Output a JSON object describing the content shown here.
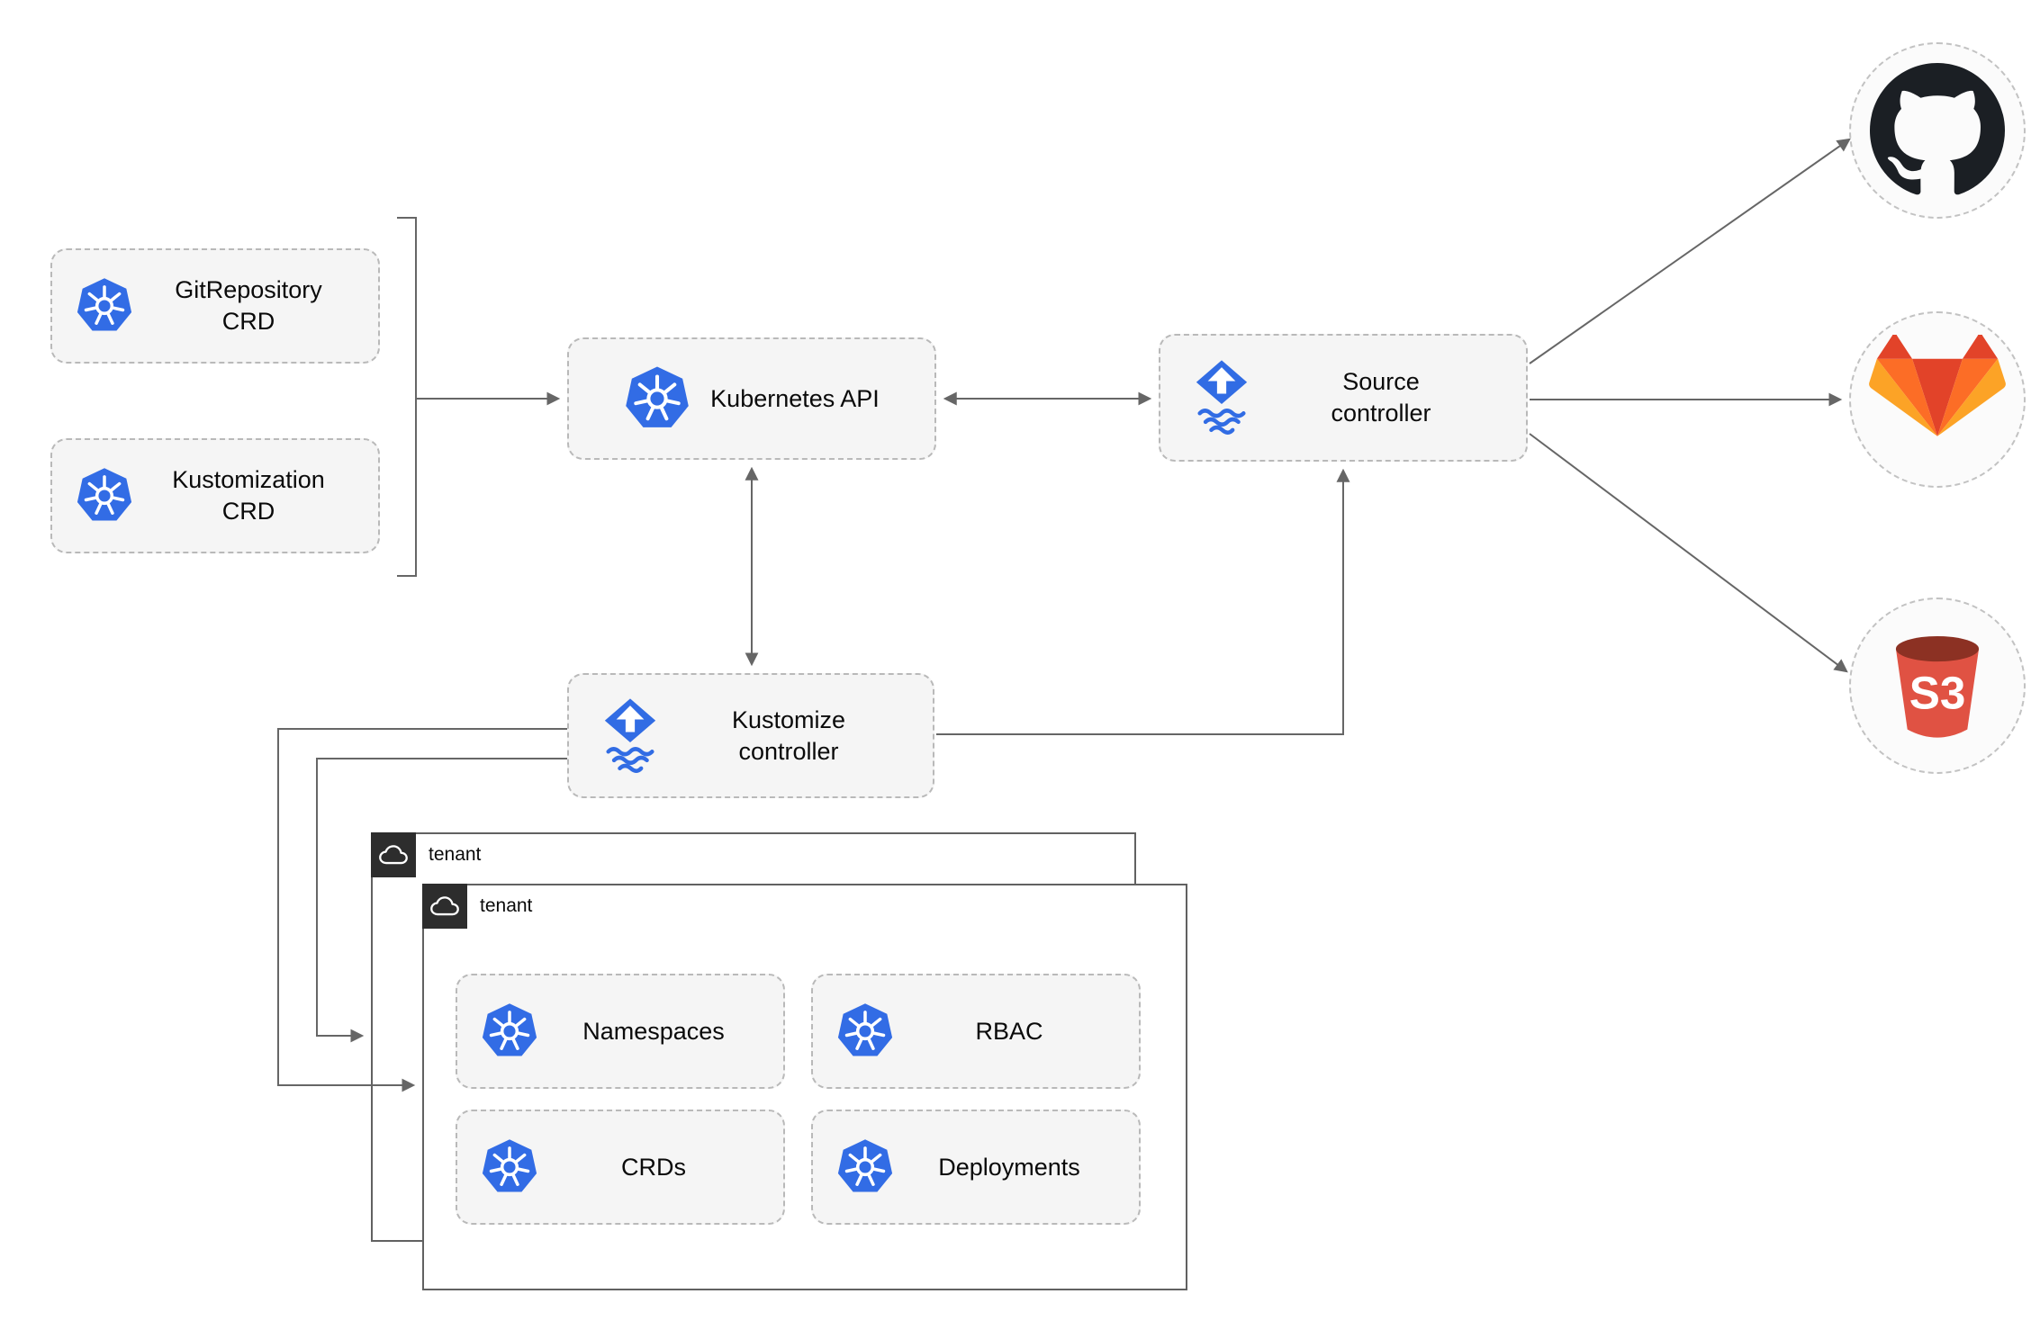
{
  "nodes": {
    "gitrepository_crd": {
      "label": "GitRepository\nCRD",
      "icon": "kubernetes-icon"
    },
    "kustomization_crd": {
      "label": "Kustomization\nCRD",
      "icon": "kubernetes-icon"
    },
    "kubernetes_api": {
      "label": "Kubernetes API",
      "icon": "kubernetes-icon"
    },
    "source_controller": {
      "label": "Source\ncontroller",
      "icon": "flux-icon"
    },
    "kustomize_controller": {
      "label": "Kustomize\ncontroller",
      "icon": "flux-icon"
    },
    "namespaces": {
      "label": "Namespaces",
      "icon": "kubernetes-icon"
    },
    "rbac": {
      "label": "RBAC",
      "icon": "kubernetes-icon"
    },
    "crds": {
      "label": "CRDs",
      "icon": "kubernetes-icon"
    },
    "deployments": {
      "label": "Deployments",
      "icon": "kubernetes-icon"
    }
  },
  "groups": {
    "tenant_back": {
      "label": "tenant",
      "icon": "cloud-icon"
    },
    "tenant_front": {
      "label": "tenant",
      "icon": "cloud-icon"
    }
  },
  "endpoints": {
    "github": {
      "icon": "github-icon"
    },
    "gitlab": {
      "icon": "gitlab-icon"
    },
    "s3": {
      "icon": "s3-bucket-icon",
      "label": "S3"
    }
  },
  "connections": [
    {
      "from": "gitrepository_crd,kustomization_crd",
      "to": "kubernetes_api",
      "style": "arrow"
    },
    {
      "from": "kubernetes_api",
      "to": "source_controller",
      "style": "double-arrow"
    },
    {
      "from": "kubernetes_api",
      "to": "kustomize_controller",
      "style": "double-arrow"
    },
    {
      "from": "kustomize_controller",
      "to": "source_controller",
      "style": "arrow"
    },
    {
      "from": "source_controller",
      "to": "github",
      "style": "arrow"
    },
    {
      "from": "source_controller",
      "to": "gitlab",
      "style": "arrow"
    },
    {
      "from": "source_controller",
      "to": "s3",
      "style": "arrow"
    },
    {
      "from": "kustomize_controller",
      "to": "tenant_front",
      "style": "arrow"
    },
    {
      "from": "kustomize_controller",
      "to": "tenant_back",
      "style": "arrow"
    }
  ],
  "colors": {
    "kubernetes_blue": "#326ce5",
    "flux_blue": "#316ce4",
    "github_dark": "#1b1f24",
    "gitlab_red": "#e24329",
    "gitlab_orange": "#fc6d26",
    "gitlab_yellow": "#fca326",
    "s3_red": "#e05243",
    "s3_dark_red": "#8c3123",
    "arrow_gray": "#666666",
    "node_fill": "#f5f5f5",
    "node_border": "#b9b9b9",
    "tenant_header_bg": "#2d2d2d"
  }
}
